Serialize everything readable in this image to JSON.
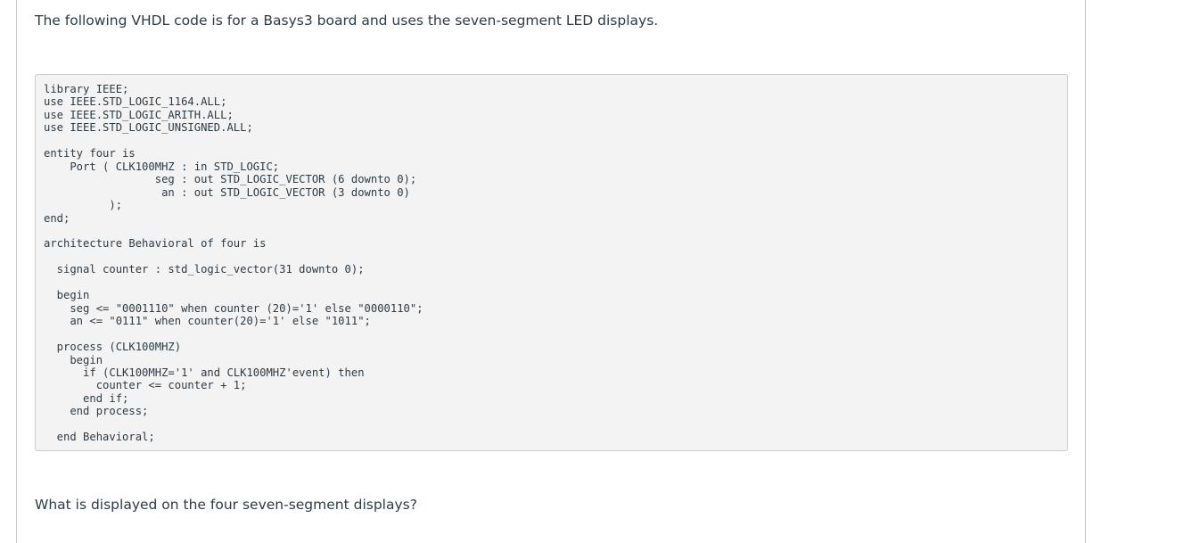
{
  "intro": "The following VHDL code is for a Basys3 board and uses the seven-segment LED displays.",
  "code": "library IEEE;\nuse IEEE.STD_LOGIC_1164.ALL;\nuse IEEE.STD_LOGIC_ARITH.ALL;\nuse IEEE.STD_LOGIC_UNSIGNED.ALL;\n\nentity four is\n    Port ( CLK100MHZ : in STD_LOGIC;\n                 seg : out STD_LOGIC_VECTOR (6 downto 0);\n                  an : out STD_LOGIC_VECTOR (3 downto 0)\n          );\nend;\n\narchitecture Behavioral of four is\n\n  signal counter : std_logic_vector(31 downto 0);\n\n  begin\n    seg <= \"0001110\" when counter (20)='1' else \"0000110\";\n    an <= \"0111\" when counter(20)='1' else \"1011\";\n\n  process (CLK100MHZ)\n    begin\n      if (CLK100MHZ='1' and CLK100MHZ'event) then\n        counter <= counter + 1;\n      end if;\n    end process;\n\n  end Behavioral;",
  "question": "What is displayed on the four seven-segment displays?"
}
